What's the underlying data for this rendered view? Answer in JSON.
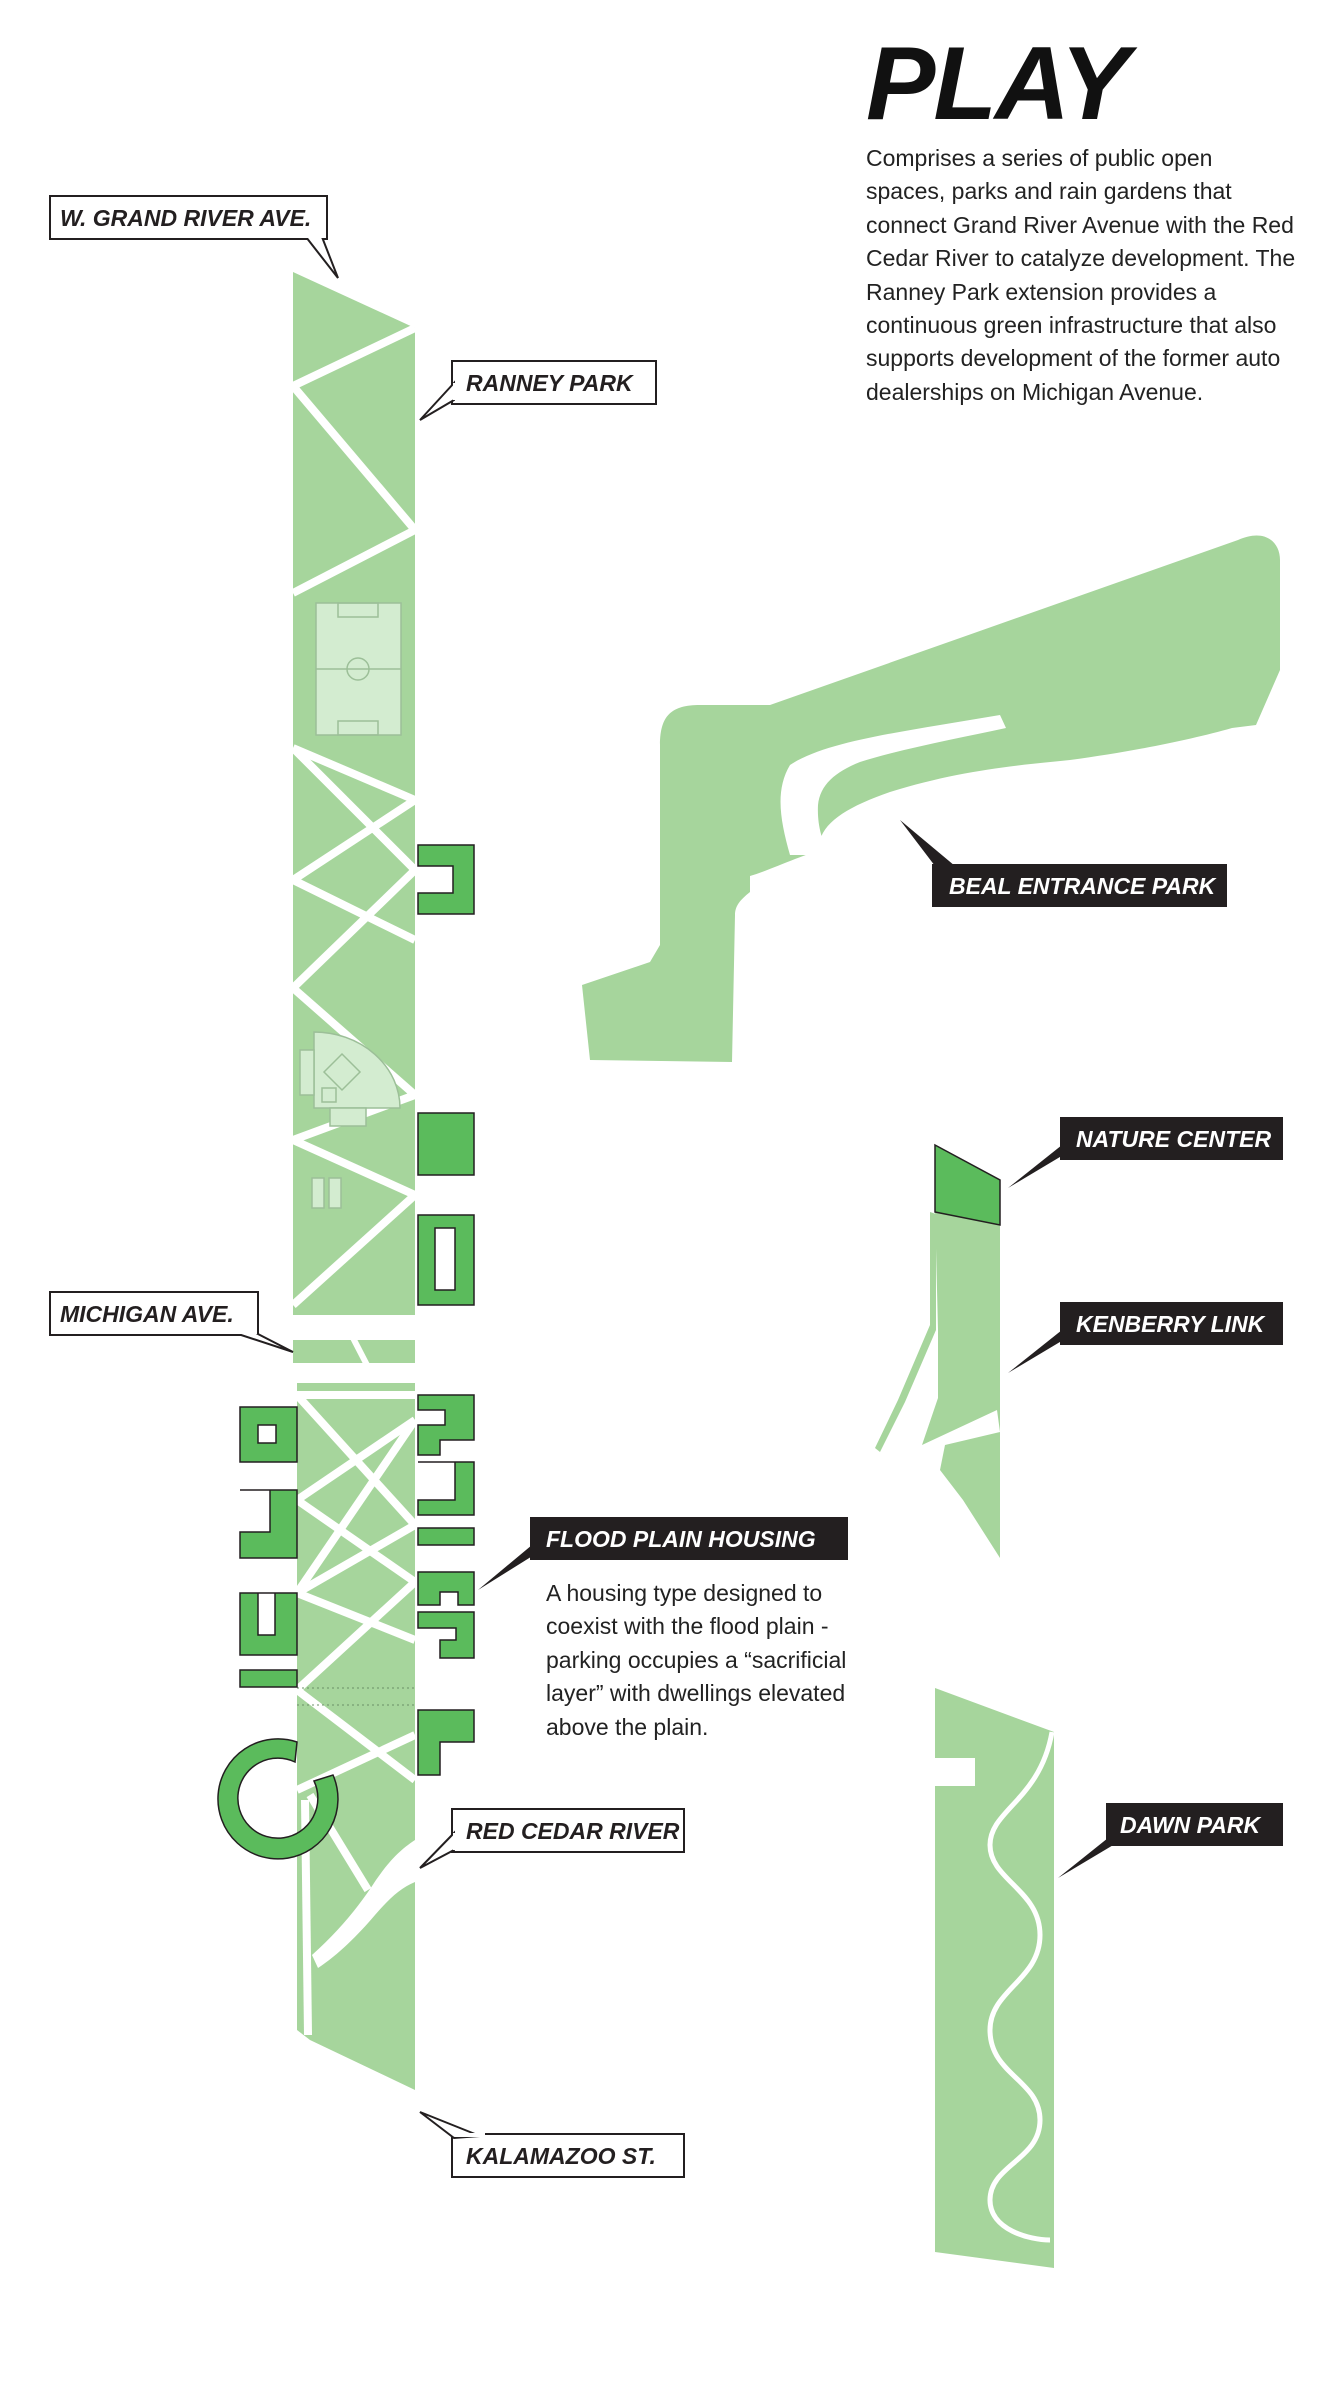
{
  "title": "PLAY",
  "description": "Comprises a series of public open spaces, parks and rain gardens that connect Grand River Avenue with the Red Cedar River to catalyze development. The Ranney Park extension provides a continuous green infrastructure that also supports development of the former auto dealerships on Michigan Avenue.",
  "labels": {
    "grand_river": "W. GRAND RIVER AVE.",
    "ranney_park": "RANNEY PARK",
    "michigan_ave": "MICHIGAN AVE.",
    "red_cedar_river": "RED CEDAR RIVER",
    "kalamazoo_st": "KALAMAZOO ST.",
    "beal_entrance_park": "BEAL ENTRANCE PARK",
    "nature_center": "NATURE CENTER",
    "kenberry_link": "KENBERRY LINK",
    "flood_plain_housing": "FLOOD PLAIN HOUSING",
    "dawn_park": "DAWN PARK"
  },
  "flood_plain_housing_description": "A housing type designed to coexist with the flood plain - parking occupies a “sacrificial layer” with dwellings elevated above the plain.",
  "colors": {
    "park_green": "#a6d59c",
    "building_green": "#5bbb5c",
    "light_field": "#d3ecd0",
    "label_dark": "#231f20",
    "path_white": "#ffffff"
  }
}
